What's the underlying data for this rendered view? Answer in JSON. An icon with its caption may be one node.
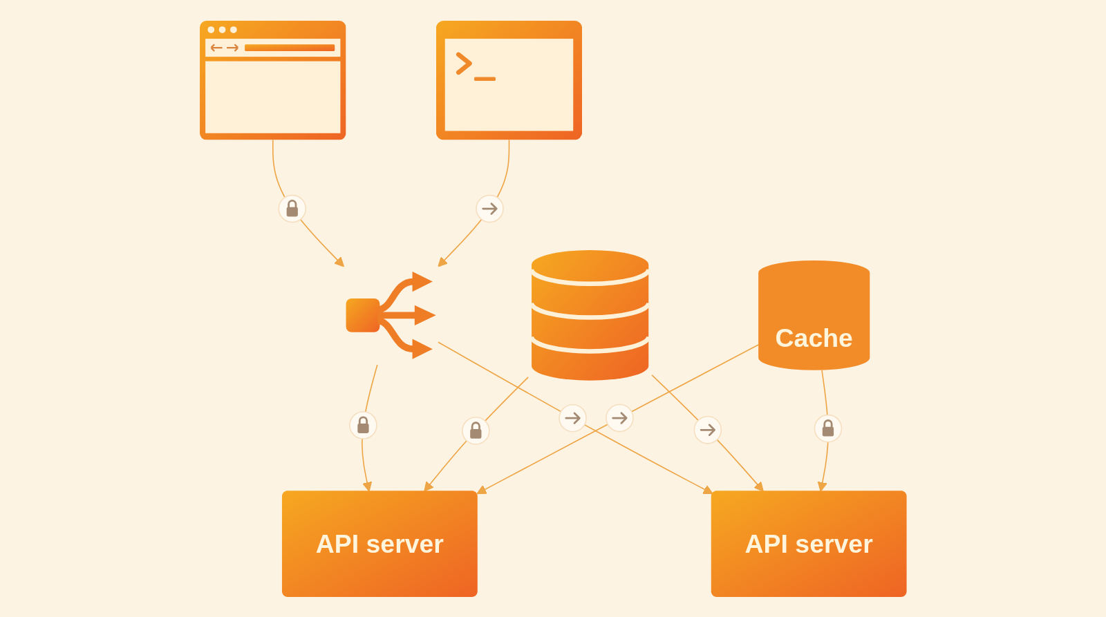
{
  "diagram": {
    "nodes": [
      {
        "text": [],
        "shape": "picture"
      },
      {
        "text": [],
        "shape": "picture"
      },
      {
        "text": [],
        "shape": "picture"
      },
      {
        "text": [
          "API server"
        ]
      },
      {
        "text": [
          "API server"
        ]
      },
      {
        "text": [],
        "shape": "cylinder"
      },
      {
        "text": [
          "Cache"
        ]
      }
    ],
    "edges": [
      {
        "from": 0,
        "to": 2,
        "arrow": "to"
      },
      {
        "from": 1,
        "to": 2,
        "arrow": "to"
      },
      {
        "from": 2,
        "to": 3,
        "arrow": "to"
      },
      {
        "from": 2,
        "to": 4,
        "arrow": "to"
      },
      {
        "from": 5,
        "to": 3,
        "arrow": "to"
      },
      {
        "from": 5,
        "to": 4,
        "arrow": "to"
      },
      {
        "from": 6,
        "to": 3,
        "arrow": "to"
      },
      {
        "from": 6,
        "to": 4,
        "arrow": "to"
      }
    ]
  }
}
